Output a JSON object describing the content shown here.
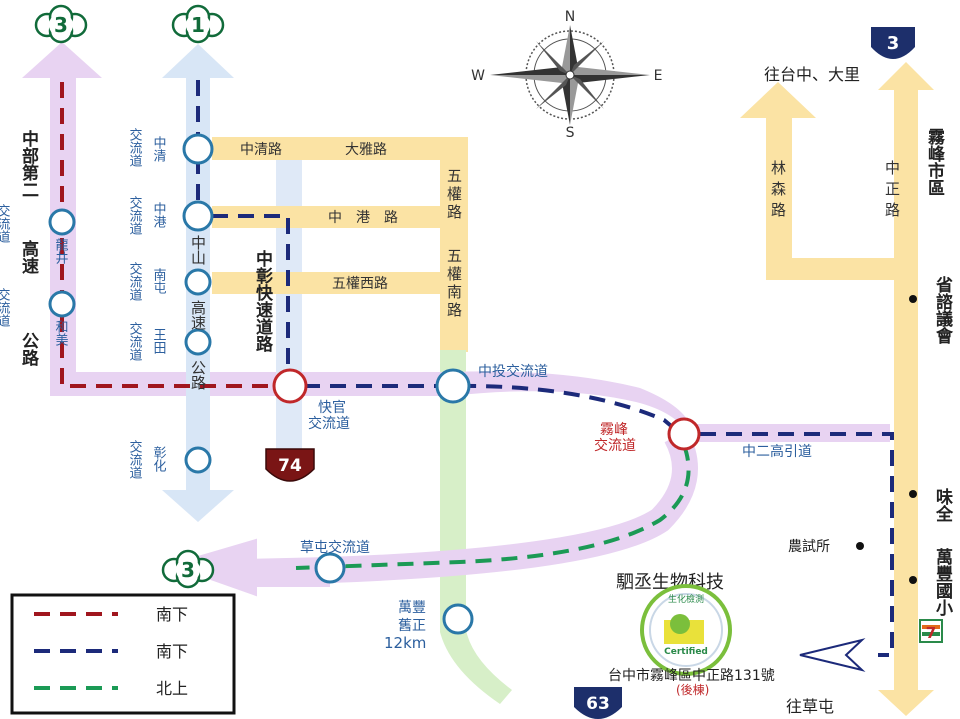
{
  "shields": {
    "fwy3_top": "3",
    "fwy1_top": "1",
    "prov3_top": "3",
    "prov74": "74",
    "fwy3_bottom": "3",
    "prov63": "63"
  },
  "roads": {
    "fwy3": "中部第二高速公路",
    "fwy3_left_part1": "中部第二",
    "fwy3_left_part2": "高速",
    "fwy3_left_part3": "公路",
    "fwy1_mid": "中山",
    "fwy1_mid2": "高速",
    "fwy1_mid3": "公路",
    "zhongzhang": "中彰快速道路",
    "zhongqing": "中清路",
    "daya": "大雅路",
    "zhonggang": "中　港　路",
    "wuquanxi": "五權西路",
    "wuquan": "五權路",
    "wuquannan": "五權南路",
    "linsen": "林森路",
    "zhongzheng": "中正路",
    "zhonger": "中二高引道"
  },
  "interchanges": {
    "longjing": "龍井",
    "longjing_sub": "交流道",
    "hemei": "和美",
    "hemei_sub": "交流道",
    "zhongqing": "中清",
    "zhongqing_sub": "交流道",
    "zhonggang": "中港",
    "zhonggang_sub": "交流道",
    "nantun": "南屯",
    "nantun_sub": "交流道",
    "wangtian": "王田",
    "wangtian_sub": "交流道",
    "changhua": "彰化",
    "changhua_sub": "交流道",
    "kuaiguan_1": "快官",
    "kuaiguan_2": "交流道",
    "zhongtou": "中投交流道",
    "wufeng_1": "霧峰",
    "wufeng_2": "交流道",
    "caotun": "草屯交流道",
    "wanfeng_1": "萬豐",
    "wanfeng_2": "舊正",
    "wanfeng_3": "12km"
  },
  "places": {
    "to_taichung": "往台中、大里",
    "wufeng_city": "霧峰市區",
    "council": "省諮議會",
    "weichuan": "味全",
    "farm": "農試所",
    "school": "萬豐國小",
    "to_caotun": "往草屯",
    "seven_eleven": "7"
  },
  "company": {
    "name": "駟丞生物科技",
    "address": "台中市霧峰區中正路131號",
    "note": "(後棟)",
    "badge_top": "生化檢測",
    "badge_cert": "Certified"
  },
  "compass": {
    "n": "N",
    "e": "E",
    "s": "S",
    "w": "W"
  },
  "legend": {
    "items": [
      {
        "label": "南下",
        "color": "#a0161e"
      },
      {
        "label": "南下",
        "color": "#1c2a7a"
      },
      {
        "label": "北上",
        "color": "#1b9a55"
      }
    ]
  },
  "colors": {
    "route_south_red": "#a0161e",
    "route_south_blue": "#1c2a7a",
    "route_north_green": "#1b9a55",
    "fwy3_band": "#e8d3f2",
    "fwy1_band": "#d8e6f6",
    "city_road": "#fbe3a4",
    "green_road": "#d7efc8",
    "interchange_ring": "#2a78a8",
    "label_blue": "#2c5f9e",
    "label_red": "#c0282a"
  }
}
